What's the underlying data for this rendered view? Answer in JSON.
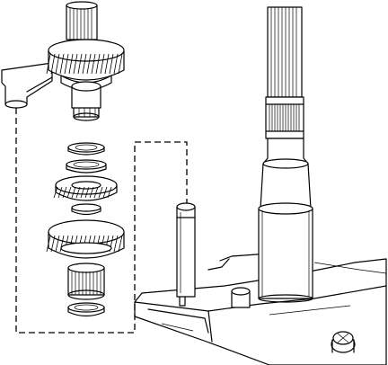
{
  "figure": {
    "caption": "",
    "labels": []
  },
  "components": [
    {
      "id": "input-gear-shaft",
      "type": "gear-shaft"
    },
    {
      "id": "thrust-washer",
      "type": "washer"
    },
    {
      "id": "synchronizer-ring",
      "type": "ring"
    },
    {
      "id": "synchronizer-hub",
      "type": "gear"
    },
    {
      "id": "drive-gear",
      "type": "gear"
    },
    {
      "id": "needle-bearing",
      "type": "bearing"
    },
    {
      "id": "bearing-race",
      "type": "washer"
    },
    {
      "id": "alignment-pin",
      "type": "pin"
    },
    {
      "id": "main-shaft",
      "type": "splined-shaft"
    },
    {
      "id": "transmission-case",
      "type": "housing"
    },
    {
      "id": "case-bolt",
      "type": "bolt"
    }
  ],
  "colors": {
    "line": "#000000",
    "background": "#ffffff"
  }
}
